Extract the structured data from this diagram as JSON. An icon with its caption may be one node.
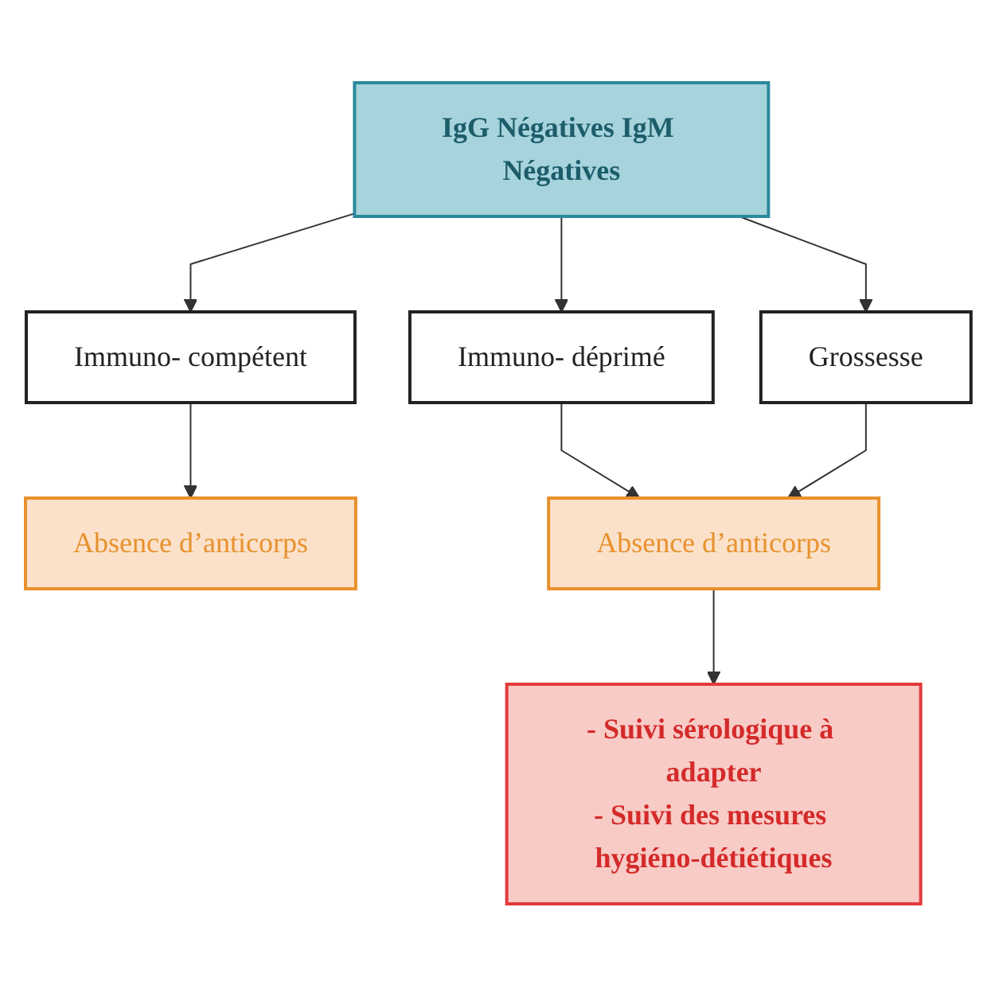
{
  "diagram": {
    "nodes": [
      {
        "text": [
          "IgG Négatives IgM Négatives"
        ]
      },
      {
        "text": [
          "Immuno- compétent"
        ]
      },
      {
        "text": [
          "Immuno- déprimé"
        ]
      },
      {
        "text": [
          "Grossesse"
        ]
      },
      {
        "text": [
          "Absence d’anticorps"
        ]
      },
      {
        "text": [
          "Absence d’anticorps"
        ]
      },
      {
        "text": [
          "- Suivi sérologique à adapter",
          "- Suivi des mesures hygiéno-détiétiques"
        ]
      }
    ],
    "edges": [
      {
        "from": 0,
        "to": 1,
        "arrow": "to"
      },
      {
        "from": 0,
        "to": 2,
        "arrow": "to"
      },
      {
        "from": 0,
        "to": 3,
        "arrow": "to"
      },
      {
        "from": 1,
        "to": 4,
        "arrow": "to"
      },
      {
        "from": 2,
        "to": 5,
        "arrow": "to"
      },
      {
        "from": 3,
        "to": 5,
        "arrow": "to"
      },
      {
        "from": 5,
        "to": 6,
        "arrow": "to"
      }
    ]
  }
}
